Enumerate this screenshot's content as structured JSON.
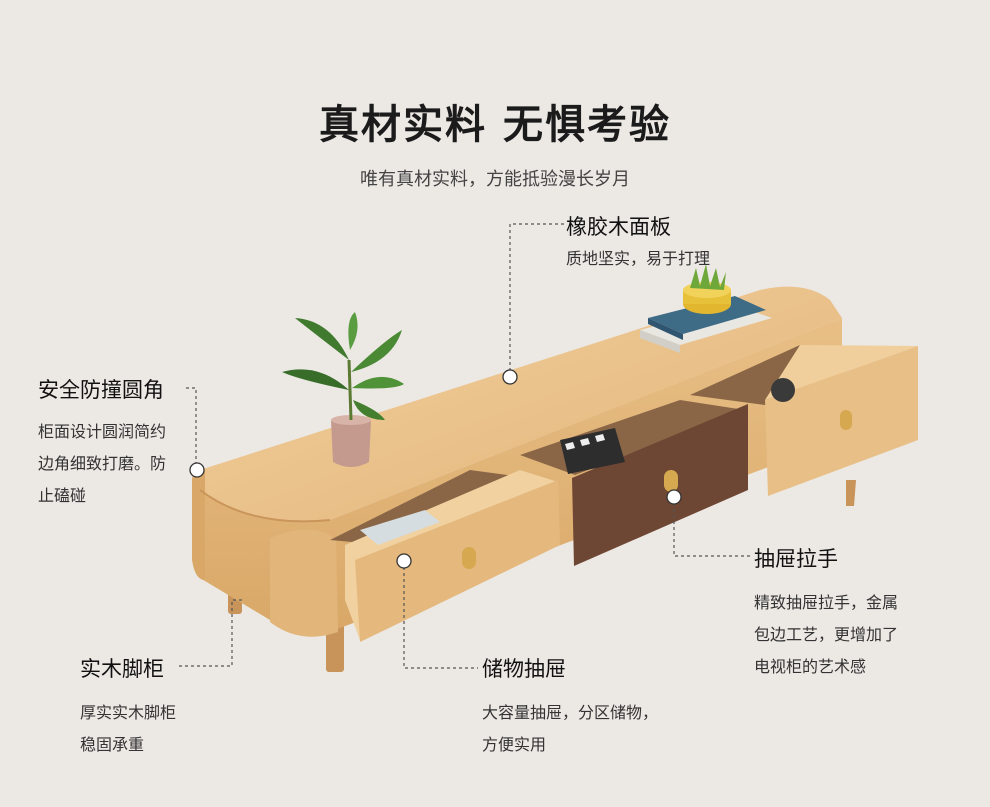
{
  "header": {
    "title": "真材实料 无惧考验",
    "subtitle": "唯有真材实料，方能抵验漫长岁月"
  },
  "features": {
    "top_panel": {
      "title": "橡胶木面板",
      "desc": [
        "质地坚实，易于打理"
      ]
    },
    "rounded_corner": {
      "title": "安全防撞圆角",
      "desc": [
        "柜面设计圆润简约",
        "边角细致打磨。防",
        "止磕碰"
      ]
    },
    "handle": {
      "title": "抽屉拉手",
      "desc": [
        "精致抽屉拉手，金属",
        "包边工艺，更增加了",
        "电视柜的艺术感"
      ]
    },
    "legs": {
      "title": "实木脚柜",
      "desc": [
        "厚实实木脚柜",
        "稳固承重"
      ]
    },
    "drawer": {
      "title": "储物抽屉",
      "desc": [
        "大容量抽屉，分区储物，",
        "方便实用"
      ]
    }
  },
  "colors": {
    "background": "#ece8e4",
    "wood_light": "#e8c08a",
    "wood_dark": "#6e4634",
    "brass": "#d6a850"
  },
  "icons": [
    "plant-icon",
    "books-icon",
    "succulent-icon",
    "marker-dot-icon"
  ]
}
